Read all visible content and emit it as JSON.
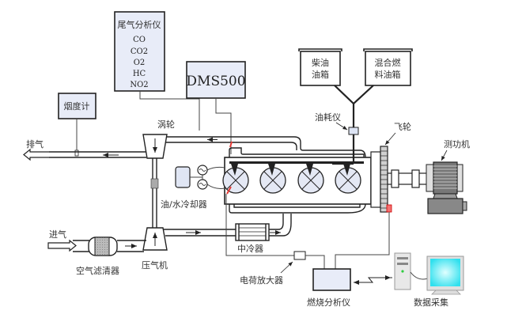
{
  "diagram": {
    "title": "Engine test bench schematic",
    "exhaust_analyzer": {
      "title": "尾气分析仪",
      "gases": [
        "CO",
        "CO2",
        "O2",
        "HC",
        "NO2"
      ]
    },
    "dms500": "DMS500",
    "smoke_meter": "烟度计",
    "exhaust_label": "排气",
    "turbine_label": "涡轮",
    "oil_water_cooler_label": "油/水冷却器",
    "intake_label": "进气",
    "air_filter_label": "空气滤清器",
    "compressor_label": "压气机",
    "intercooler_label": "中冷器",
    "charge_amplifier_label": "电荷放大器",
    "combustion_analyzer_label": "燃烧分析仪",
    "data_acquisition_label": "数据采集",
    "diesel_tank_label": [
      "柴油",
      "油箱"
    ],
    "blend_tank_label": [
      "混合燃",
      "料油箱"
    ],
    "fuel_meter_label": "油耗仪",
    "flywheel_label": "飞轮",
    "dynamometer_label": "测功机",
    "cylinder_count": 4,
    "colors": {
      "box_fill": "#e8ecf8",
      "sensor_red": "#e53935",
      "monitor_cyan": "#40e8f0",
      "stroke": "#222222"
    }
  }
}
